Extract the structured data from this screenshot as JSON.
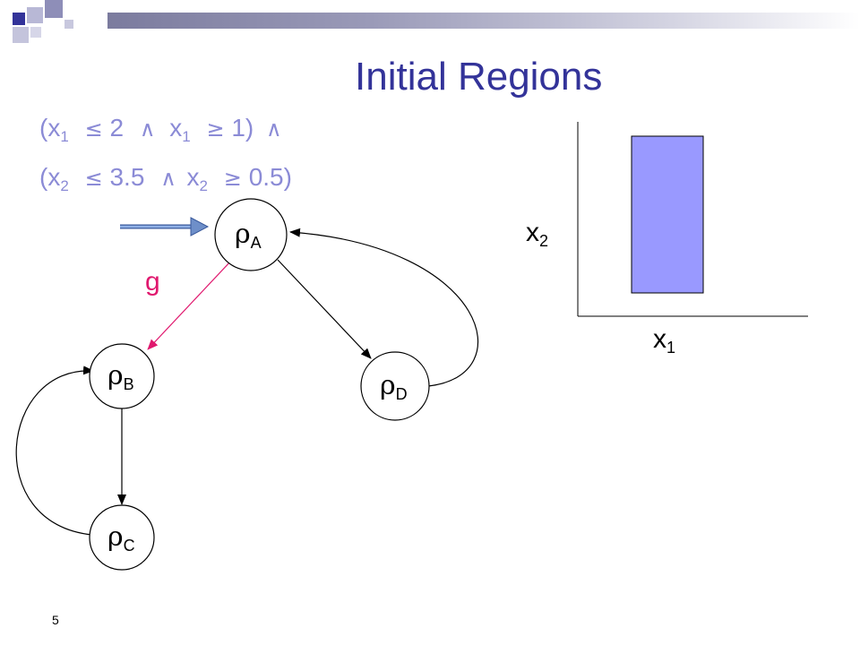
{
  "slide": {
    "title": "Initial Regions",
    "number": "5"
  },
  "constraints": {
    "line1": {
      "open": "(x",
      "sub_a": "1",
      "op_a": "≤",
      "val_a": "2",
      "and": "∧",
      "var_b": "x",
      "sub_b": "1",
      "op_b": "≥",
      "val_b": "1)",
      "tail": "∧"
    },
    "line2": {
      "open": "(x",
      "sub_a": "2",
      "op_a": "≤",
      "val_a": "3.5",
      "and": "∧",
      "var_b": "x",
      "sub_b": "2",
      "op_b": "≥",
      "val_b": "0.5)"
    }
  },
  "automaton": {
    "symbol": "ρ",
    "nodes": [
      {
        "id": "A",
        "subscript": "A"
      },
      {
        "id": "B",
        "subscript": "B"
      },
      {
        "id": "C",
        "subscript": "C"
      },
      {
        "id": "D",
        "subscript": "D"
      }
    ],
    "edge_label": "g"
  },
  "plot": {
    "x_label": {
      "base": "x",
      "sub": "1"
    },
    "y_label": {
      "base": "x",
      "sub": "2"
    },
    "region_color": "#9999ff"
  },
  "colors": {
    "title": "#333399",
    "formula": "#8b8bd6",
    "guard_edge": "#e0186e",
    "initial_arrow": "#6e8fc9"
  }
}
